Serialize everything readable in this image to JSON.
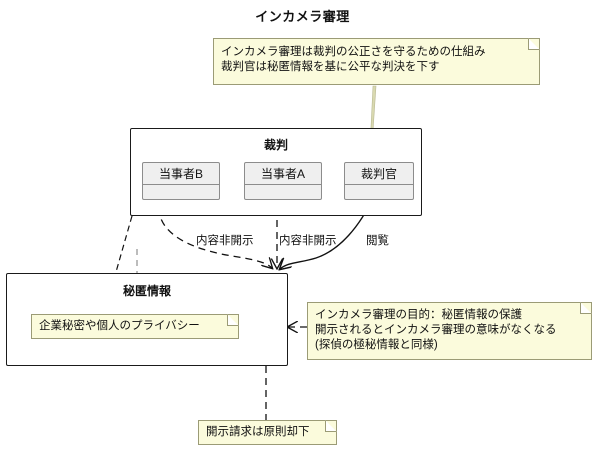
{
  "diagram": {
    "title": "インカメラ審理",
    "groups": [
      {
        "id": "trial",
        "label": "裁判",
        "nodes": [
          {
            "id": "party-b",
            "label": "当事者B"
          },
          {
            "id": "party-a",
            "label": "当事者A"
          },
          {
            "id": "judge",
            "label": "裁判官"
          }
        ]
      },
      {
        "id": "confidential",
        "label": "秘匿情報",
        "nodes": []
      }
    ],
    "edges": [
      {
        "id": "edge-party-b",
        "label": "内容非開示",
        "from": "当事者B",
        "to": "秘匿情報",
        "style": "dashed"
      },
      {
        "id": "edge-party-a",
        "label": "内容非開示",
        "from": "当事者A",
        "to": "秘匿情報",
        "style": "dashed"
      },
      {
        "id": "edge-judge",
        "label": "閲覧",
        "from": "裁判官",
        "to": "秘匿情報",
        "style": "solid"
      }
    ],
    "notes": [
      {
        "id": "note-top",
        "text": "インカメラ審理は裁判の公正さを守るための仕組み\n裁判官は秘匿情報を基に公平な判決を下す",
        "attached_to": "裁判官"
      },
      {
        "id": "note-secret-content",
        "text": "企業秘密や個人のプライバシー",
        "attached_to": "秘匿情報"
      },
      {
        "id": "note-right",
        "text": "インカメラ審理の目的：秘匿情報の保護\n開示されるとインカメラ審理の意味がなくなる\n(探偵の極秘情報と同様)",
        "attached_to": "秘匿情報"
      },
      {
        "id": "note-bottom",
        "text": "開示請求は原則却下",
        "attached_to": "秘匿情報"
      }
    ],
    "colors": {
      "note_fill": "#fbfbdc",
      "note_border": "#9b9b76",
      "node_fill": "#efefef",
      "node_border": "#8c8c8c",
      "group_border": "#1a1a1a",
      "background": "#ffffff"
    }
  }
}
